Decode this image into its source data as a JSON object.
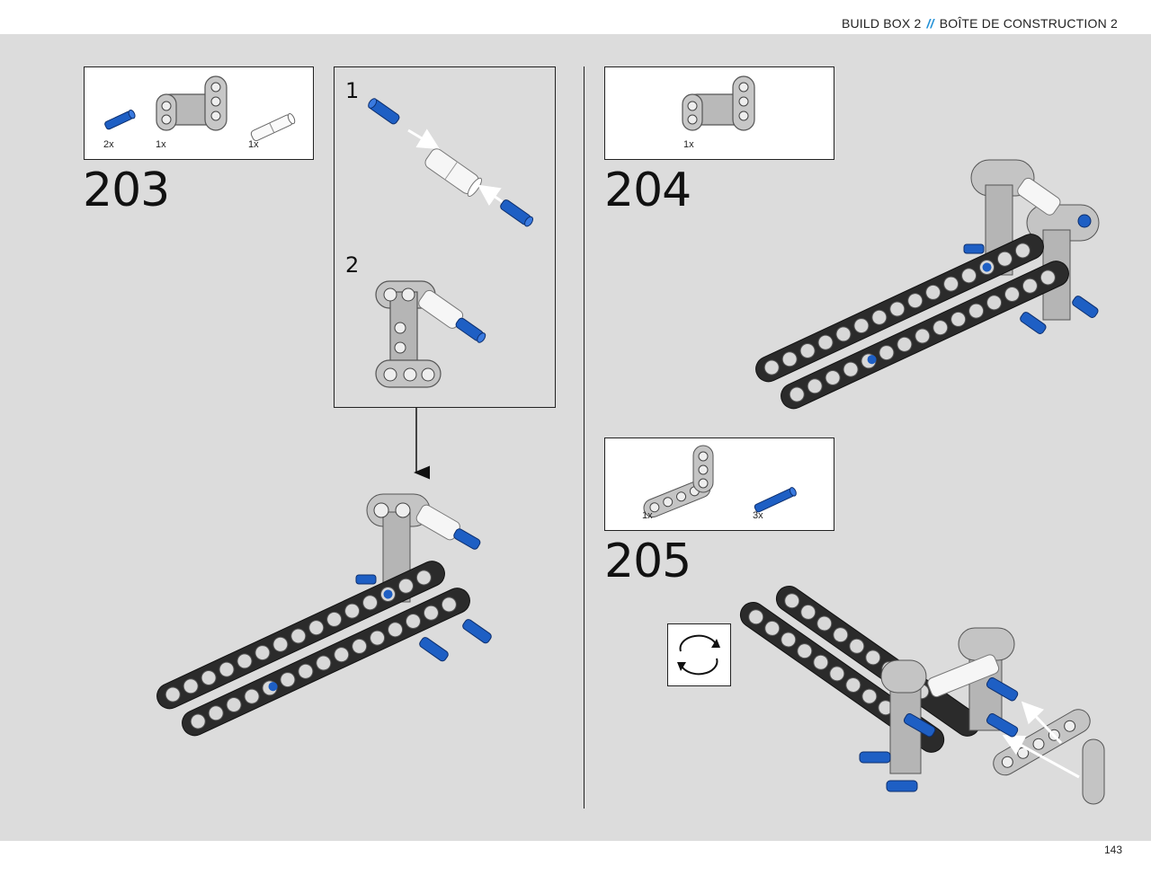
{
  "header": {
    "left": "BUILD BOX 2",
    "separator": "//",
    "right": "BOÎTE DE CONSTRUCTION 2"
  },
  "page_number": "143",
  "steps": [
    {
      "number": "203",
      "parts": [
        {
          "icon": "blue-axle-pin-icon",
          "qty": "2x"
        },
        {
          "icon": "h-frame-beam-icon",
          "qty": "1x"
        },
        {
          "icon": "white-axle-connector-icon",
          "qty": "1x"
        }
      ]
    },
    {
      "number": "204",
      "parts": [
        {
          "icon": "h-frame-beam-icon",
          "qty": "1x"
        }
      ]
    },
    {
      "number": "205",
      "parts": [
        {
          "icon": "l-beam-icon",
          "qty": "1x"
        },
        {
          "icon": "blue-axle-pin-icon",
          "qty": "3x"
        }
      ]
    }
  ],
  "substeps": [
    "1",
    "2"
  ],
  "colors": {
    "page_background": "#dcdcdc",
    "lego_blue": "#1e5fc4",
    "lego_gray": "#b8b8b8",
    "lego_black": "#2a2a2a",
    "header_separator": "#1f8fd6"
  }
}
